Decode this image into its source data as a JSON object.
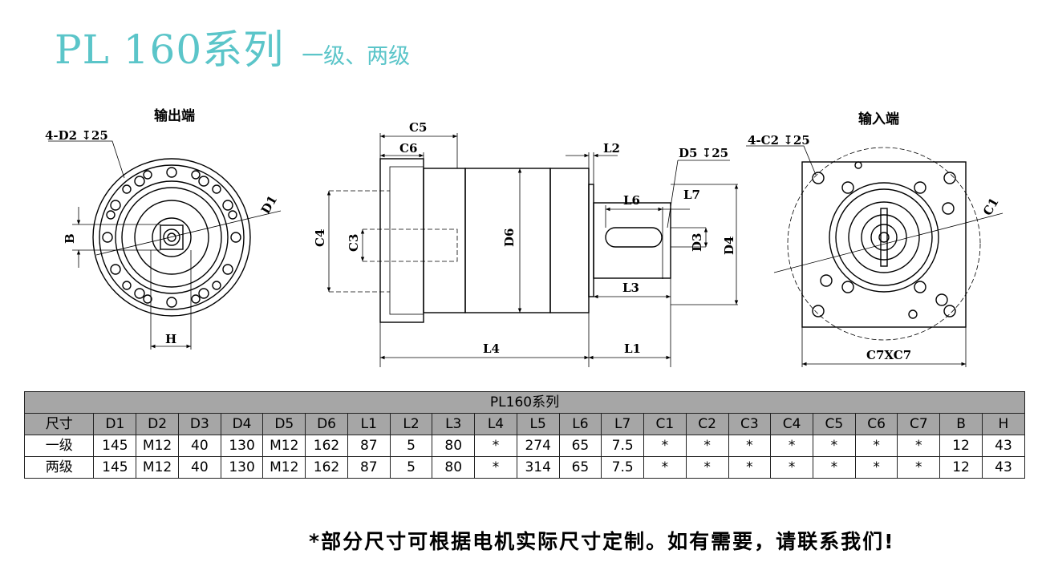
{
  "header": {
    "title": "PL 160系列",
    "subtitle": "一级、两级"
  },
  "views": {
    "output_end": "输出端",
    "input_end": "输入端"
  },
  "dims": {
    "d2_note": "4-D2 ↧25",
    "c2_note": "4-C2 ↧25",
    "d5_note": "D5 ↧25",
    "c5": "C5",
    "c6": "C6",
    "c4": "C4",
    "c3": "C3",
    "d6": "D6",
    "l2": "L2",
    "l6": "L6",
    "l7": "L7",
    "d3": "D3",
    "d4": "D4",
    "l3": "L3",
    "l4": "L4",
    "l1": "L1",
    "d1": "D1",
    "b": "B",
    "h": "H",
    "c1": "C1",
    "c7": "C7XC7"
  },
  "table": {
    "caption": "PL160系列",
    "columns": [
      "尺寸",
      "D1",
      "D2",
      "D3",
      "D4",
      "D5",
      "D6",
      "L1",
      "L2",
      "L3",
      "L4",
      "L5",
      "L6",
      "L7",
      "C1",
      "C2",
      "C3",
      "C4",
      "C5",
      "C6",
      "C7",
      "B",
      "H"
    ],
    "rows": [
      [
        "一级",
        "145",
        "M12",
        "40",
        "130",
        "M12",
        "162",
        "87",
        "5",
        "80",
        "*",
        "274",
        "65",
        "7.5",
        "*",
        "*",
        "*",
        "*",
        "*",
        "*",
        "*",
        "12",
        "43"
      ],
      [
        "两级",
        "145",
        "M12",
        "40",
        "130",
        "M12",
        "162",
        "87",
        "5",
        "80",
        "*",
        "314",
        "65",
        "7.5",
        "*",
        "*",
        "*",
        "*",
        "*",
        "*",
        "*",
        "12",
        "43"
      ]
    ]
  },
  "footer_note": "*部分尺寸可根据电机实际尺寸定制。如有需要，请联系我们!"
}
